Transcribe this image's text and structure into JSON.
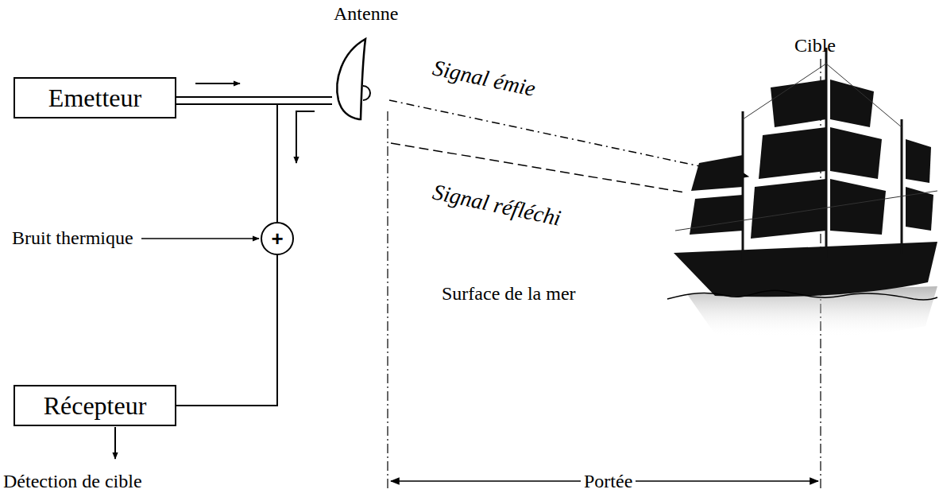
{
  "diagram": {
    "nodes": [
      {
        "text": [
          "Emetteur"
        ]
      },
      {
        "text": [
          "Récepteur"
        ]
      },
      {
        "text": [
          "+"
        ]
      },
      {
        "text": [
          "Antenne"
        ]
      }
    ],
    "edges": [
      {
        "from": 0,
        "to": 3,
        "arrow": "none"
      },
      {
        "from": 3,
        "to": 2,
        "arrow": "none"
      },
      {
        "from": 2,
        "to": 1,
        "arrow": "none"
      }
    ],
    "labels": [
      "Bruit thermique",
      "Signal émie",
      "Signal réfléchi",
      "Cible",
      "Surface de la mer",
      "Portée",
      "Détection de cible"
    ]
  }
}
